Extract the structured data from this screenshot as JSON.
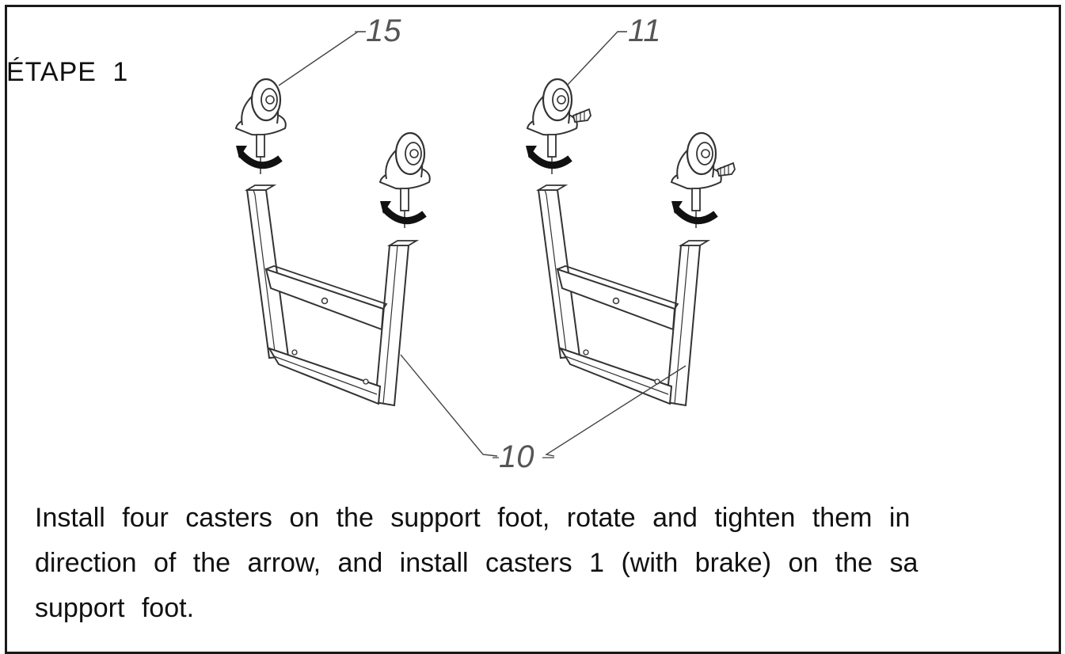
{
  "step": {
    "title": "ÉTAPE 1"
  },
  "callouts": {
    "part_caster_left": "15",
    "part_caster_right": "11",
    "part_foot": "10"
  },
  "instructions": {
    "line1": "Install four casters on the support foot, rotate and tighten them in",
    "line2": "direction of the arrow, and install casters 1 (with brake) on the sa",
    "line3": "support foot."
  },
  "colors": {
    "line": "#333333",
    "text": "#111111",
    "border": "#1a1a1a"
  }
}
